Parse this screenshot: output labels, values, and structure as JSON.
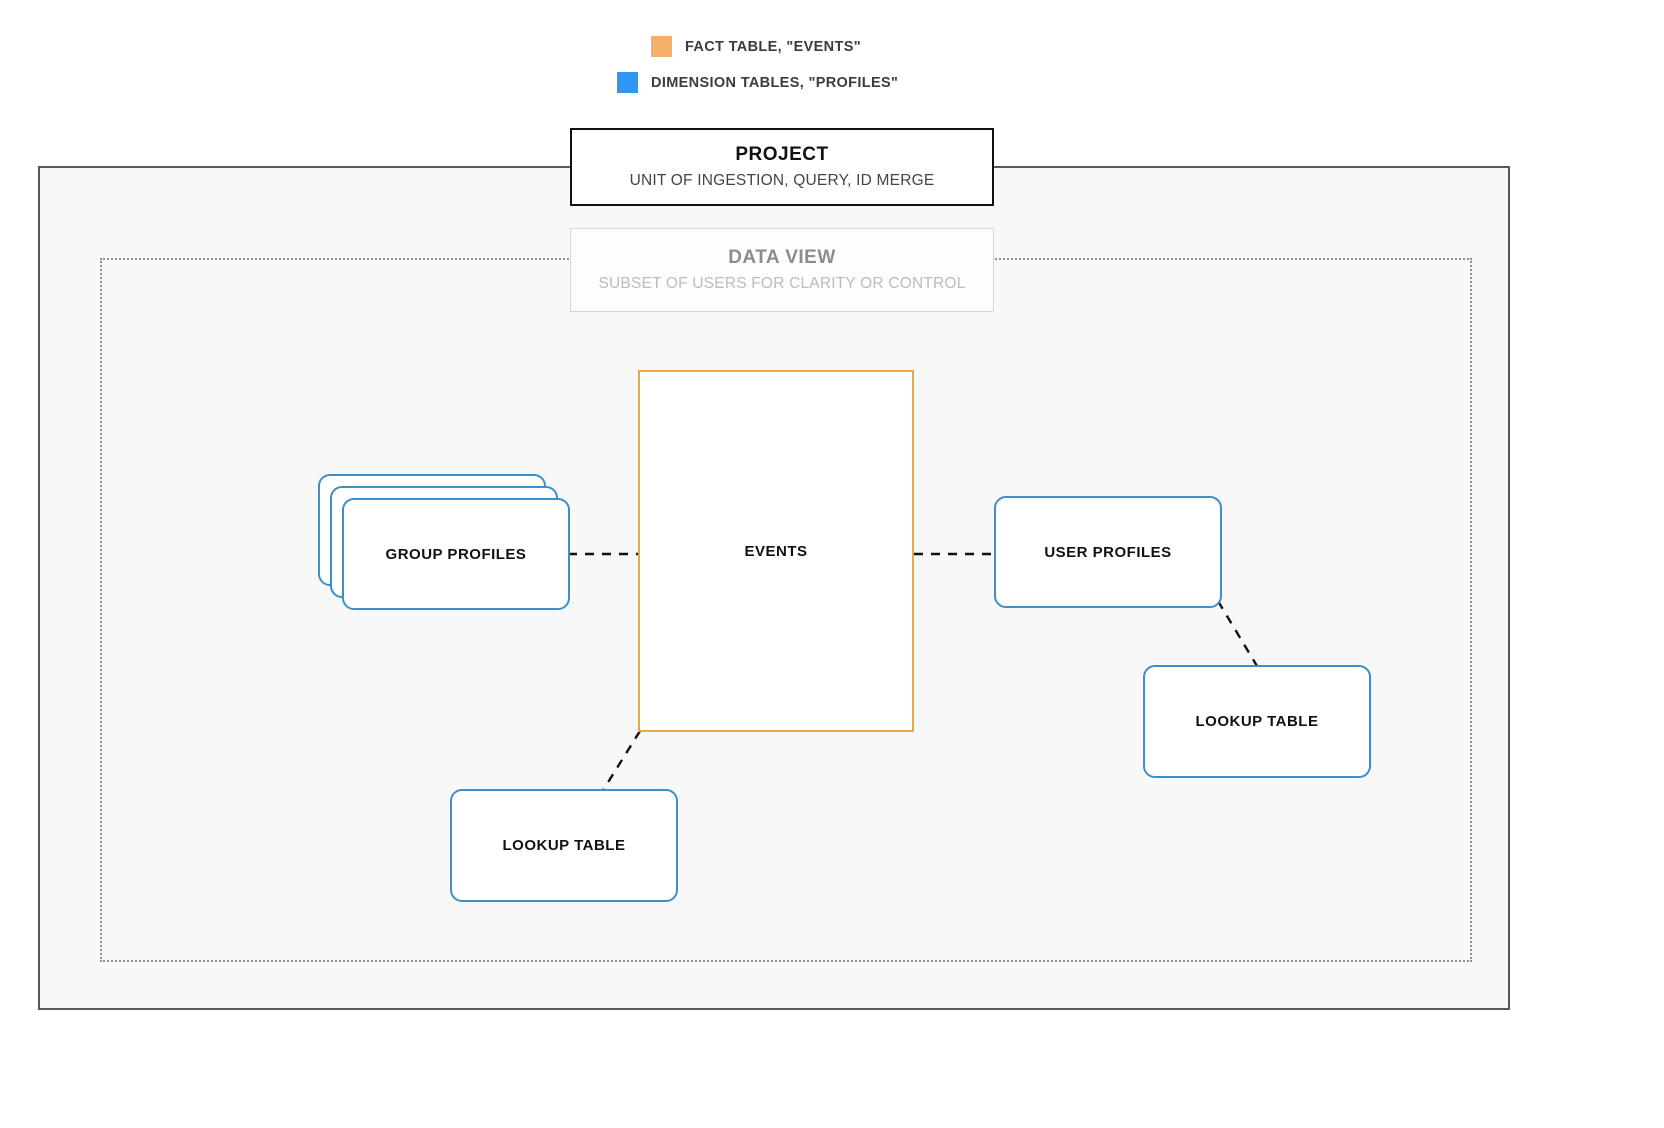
{
  "legend": {
    "items": [
      {
        "label": "FACT TABLE, \"EVENTS\"",
        "color": "#f2b167",
        "icon": "orange-square-swatch"
      },
      {
        "label": "DIMENSION TABLES, \"PROFILES\"",
        "color": "#2f96f2",
        "icon": "blue-square-swatch"
      }
    ]
  },
  "project": {
    "title": "PROJECT",
    "subtitle": "UNIT OF INGESTION, QUERY, ID MERGE",
    "border_color": "#111111"
  },
  "data_view": {
    "title": "DATA VIEW",
    "subtitle": "SUBSET OF USERS FOR CLARITY OR CONTROL",
    "border_color": "#d6d6d6",
    "text_color": "#8c8c8c"
  },
  "fact_table": {
    "label": "EVENTS",
    "border_color": "#e8a94e"
  },
  "dimension_tables": {
    "border_color": "#3d8fc4",
    "group_profiles": {
      "label": "GROUP PROFILES",
      "stack_count": 3
    },
    "user_profiles": {
      "label": "USER PROFILES"
    },
    "lookup_table_right": {
      "label": "LOOKUP TABLE"
    },
    "lookup_table_bottom": {
      "label": "LOOKUP TABLE"
    }
  },
  "frames": {
    "outer_border_color": "#585858",
    "outer_fill": "#f8f8f8",
    "inner_dotted_color": "#8e8e8e"
  },
  "connectors": {
    "color": "#111111",
    "style": "dashed",
    "edges": [
      {
        "from": "group-profiles",
        "to": "events"
      },
      {
        "from": "events",
        "to": "user-profiles"
      },
      {
        "from": "user-profiles",
        "to": "lookup-table-right"
      },
      {
        "from": "events",
        "to": "lookup-table-bottom"
      }
    ]
  }
}
